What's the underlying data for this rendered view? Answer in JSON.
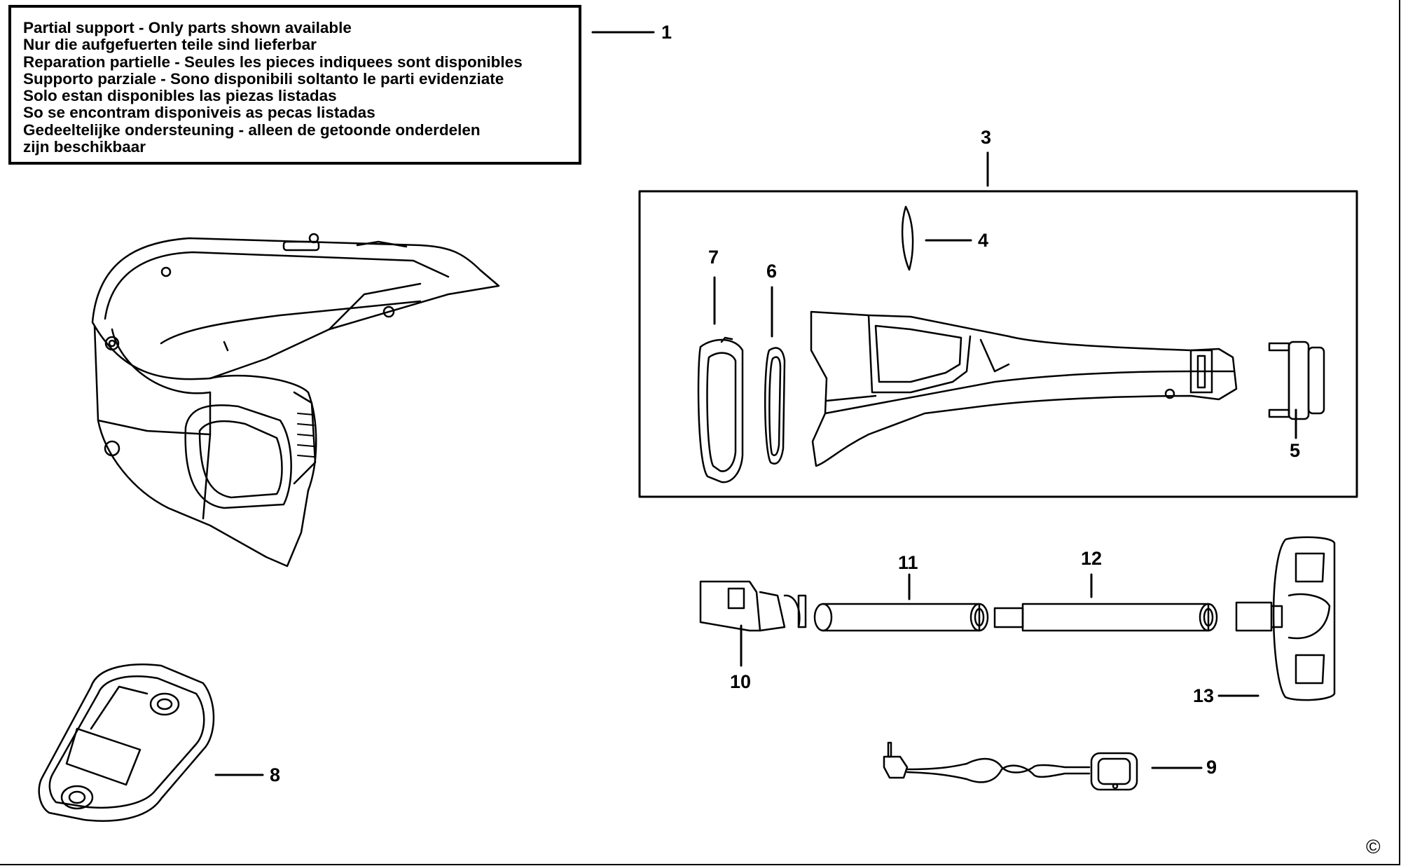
{
  "notice": {
    "lines": [
      "Partial support - Only parts shown available",
      "Nur die aufgefuerten teile sind lieferbar",
      "Reparation partielle - Seules les pieces indiquees sont disponibles",
      "Supporto parziale - Sono disponibili soltanto le parti evidenziate",
      "Solo estan disponibles las piezas listadas",
      "So se encontram disponiveis as pecas listadas",
      "Gedeeltelijke ondersteuning - alleen de getoonde onderdelen",
      "zijn beschikbaar"
    ]
  },
  "callouts": {
    "c1": "1",
    "c3": "3",
    "c4": "4",
    "c5": "5",
    "c6": "6",
    "c7": "7",
    "c8": "8",
    "c9": "9",
    "c10": "10",
    "c11": "11",
    "c12": "12",
    "c13": "13"
  },
  "copyright": "©"
}
